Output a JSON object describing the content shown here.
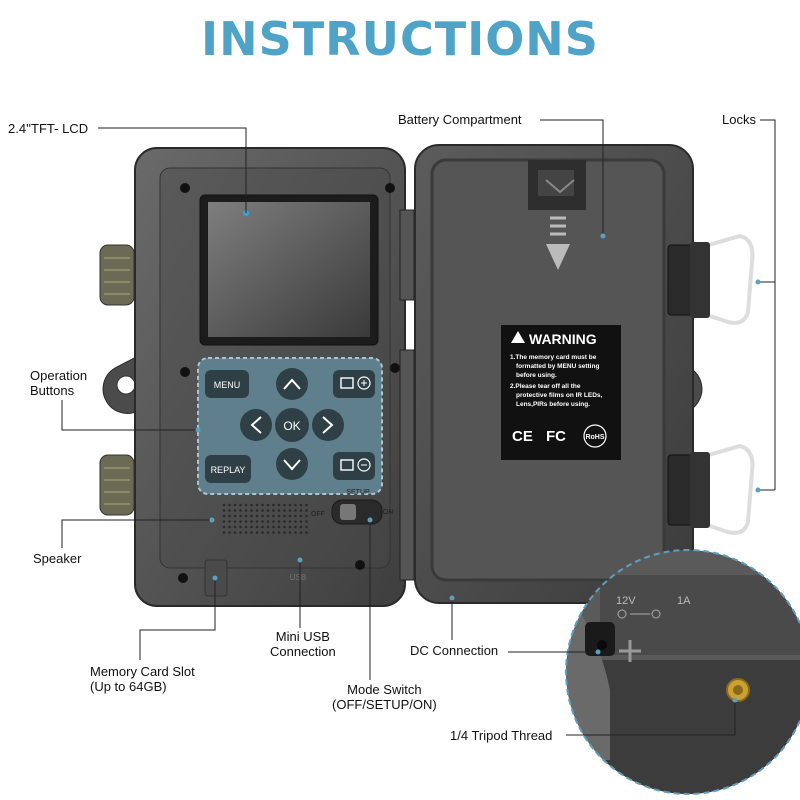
{
  "title": "INSTRUCTIONS",
  "labels": {
    "lcd": "2.4''TFT- LCD",
    "battery": "Battery Compartment",
    "locks": "Locks",
    "operation_1": "Operation",
    "operation_2": "Buttons",
    "speaker": "Speaker",
    "memory_1": "Memory Card Slot",
    "memory_2": "(Up to 64GB)",
    "usb_1": "Mini USB",
    "usb_2": "Connection",
    "mode_1": "Mode Switch",
    "mode_2": "(OFF/SETUP/ON)",
    "dc": "DC Connection",
    "tripod": "1/4 Tripod Thread"
  },
  "buttons": {
    "menu": "MENU",
    "ok": "OK",
    "replay": "REPLAY"
  },
  "switch": {
    "setup": "SETUP",
    "off": "OFF",
    "on": "ON"
  },
  "ports": {
    "usb": "USB"
  },
  "warning": {
    "heading": "WARNING",
    "line1": "1.The memory card must be",
    "line2": "formatted by MENU setting",
    "line3": "before using.",
    "line4": "2.Please tear off all the",
    "line5": "protective films on IR LEDs,",
    "line6": "Lens,PIRs before using.",
    "cert1": "CE",
    "cert2": "FC",
    "cert3": "RoHS"
  },
  "dc_detail": {
    "voltage": "12V",
    "current": "1A"
  },
  "colors": {
    "title": "#4fa3c7",
    "button_panel": "#5f7f8c",
    "callout_dashes": "#5e9fbe"
  }
}
